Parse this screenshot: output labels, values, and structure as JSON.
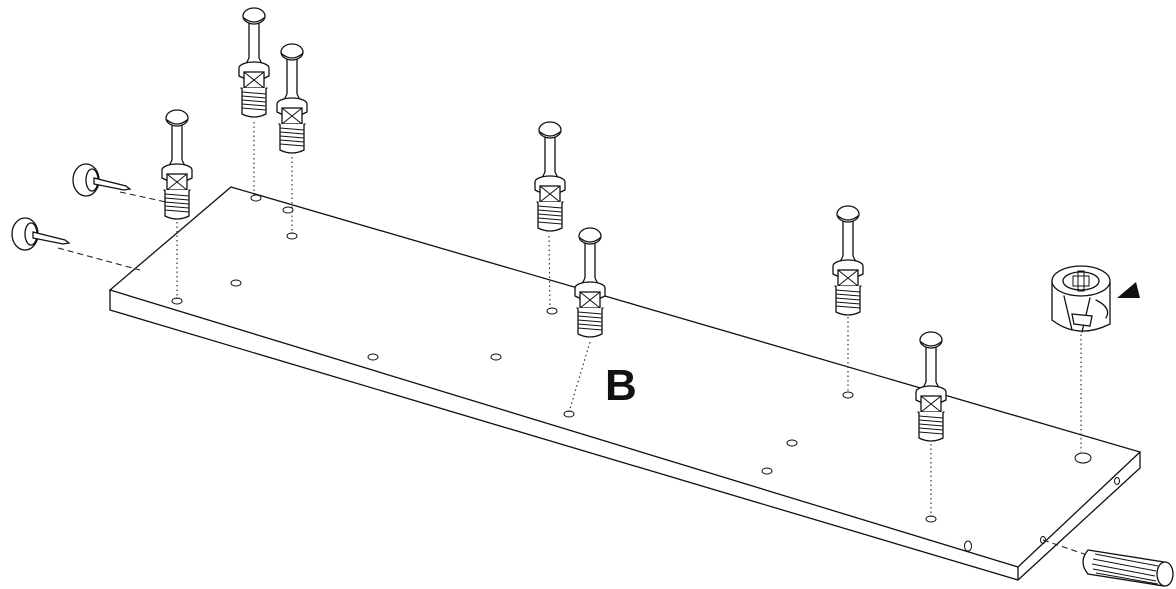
{
  "diagram": {
    "part_label": "B",
    "colors": {
      "ink": "#111111",
      "background": "#ffffff"
    },
    "components": [
      "board-panel",
      "cam-dowel",
      "furniture-glide",
      "cam-lock",
      "wood-dowel"
    ]
  }
}
